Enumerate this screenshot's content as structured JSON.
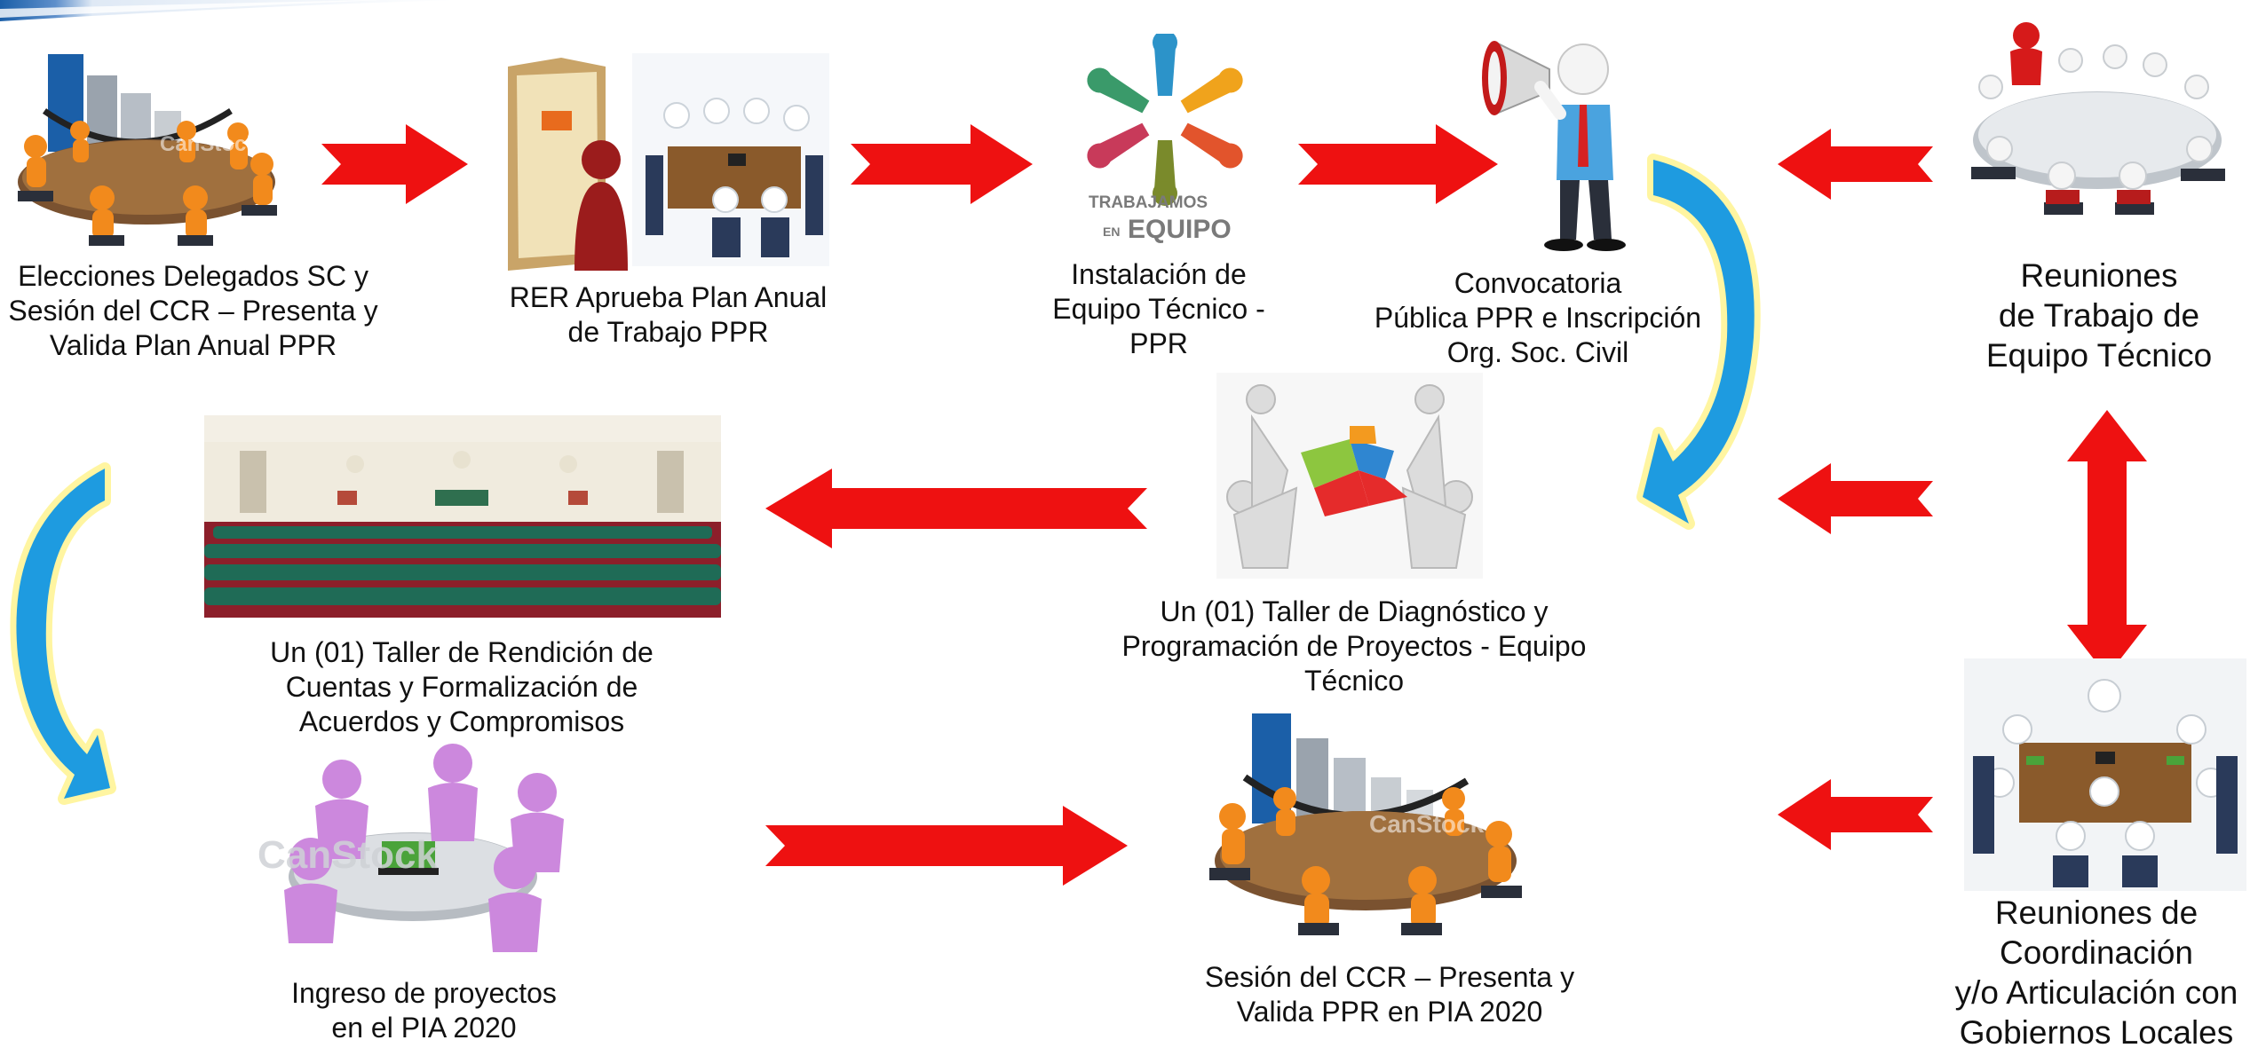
{
  "colors": {
    "arrow_red": "#ee1111",
    "arrow_blue": "#1e9be0",
    "glow_yellow": "#fff27a",
    "orange_figure": "#f28a1c",
    "purple_figure": "#cc88dd",
    "table_wood": "#8a5a2b",
    "chair_dark": "#2a2f3a",
    "header_blue": "#1b5fa8"
  },
  "logo": {
    "line1": "TRABAJAMOS",
    "line2_prefix": "EN",
    "line2_word": "EQUIPO"
  },
  "watermarks": {
    "canstock": "CanStock"
  },
  "steps": {
    "elecciones": "Elecciones Delegados SC y\nSesión del CCR – Presenta y\nValida Plan Anual PPR",
    "rer": "RER Aprueba Plan Anual\nde Trabajo PPR",
    "instalacion": "Instalación de\nEquipo Técnico -\nPPR",
    "convocatoria": "Convocatoria\nPública PPR e Inscripción\nOrg. Soc. Civil",
    "reuniones_trabajo": "Reuniones\nde Trabajo de\nEquipo Técnico",
    "taller_rendicion": "Un (01) Taller de Rendición de\nCuentas y Formalización de\nAcuerdos y Compromisos",
    "taller_diagnostico": "Un (01) Taller de Diagnóstico  y\nProgramación de Proyectos  - Equipo\nTécnico",
    "ingreso": "Ingreso de proyectos\nen el PIA 2020",
    "sesion_ccr": "Sesión del CCR – Presenta y\nValida PPR en PIA 2020",
    "reuniones_coordinacion": "Reuniones de\nCoordinación\ny/o Articulación con\nGobiernos Locales"
  },
  "icons": [
    "meeting-room-icon",
    "approval-folder-icon",
    "teamwork-hands-icon",
    "megaphone-icon",
    "conference-table-icon",
    "puzzle-team-icon",
    "auditorium-icon",
    "purple-meeting-icon",
    "red-arrow-icon",
    "blue-curved-arrow-icon"
  ]
}
